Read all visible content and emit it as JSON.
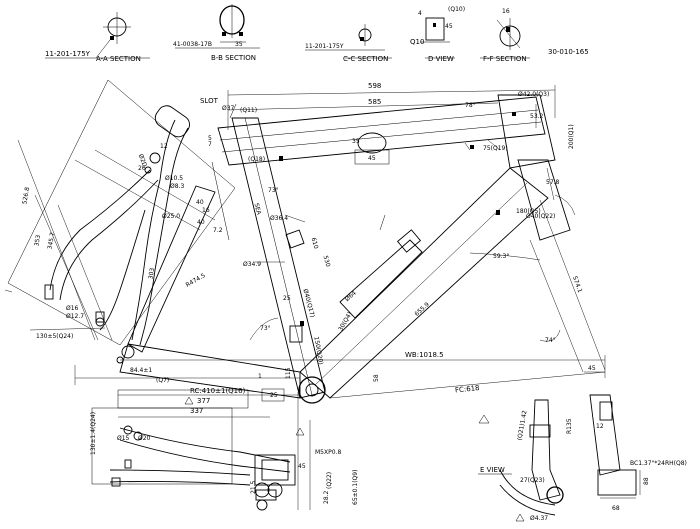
{
  "sections": {
    "aa": {
      "label": "A-A SECTION",
      "ref": "11-201-175Y"
    },
    "bb": {
      "label": "B-B SECTION",
      "ref": "41-0038-17B",
      "dim": "35"
    },
    "cc": {
      "label": "C-C SECTION",
      "ref": "11-201-175Y"
    },
    "d_view": {
      "label": "D VIEW",
      "q": "Q10",
      "q10": "(Q10)",
      "n4": "4",
      "n45": "45"
    },
    "ff": {
      "label": "F-F SECTION",
      "n16": "16"
    },
    "part_no": "30-010-165"
  },
  "top_tube": {
    "overall": "598",
    "inner": "585",
    "slot": "SLOT",
    "d37": "Ø37",
    "q11": "(Q11)",
    "q18": "(Q18)",
    "a35": "35",
    "a45": "45",
    "a53": "53.2",
    "a78": "78°",
    "a42": "Ø42.0(Q3)",
    "a75": "75(Q19)",
    "a200": "200(Q1)",
    "a57": "57.8",
    "a180": "180(Q5)",
    "a40": "Ø40(Q22)",
    "a73": "73°",
    "a5": "5",
    "a7": "7"
  },
  "down_tube": {
    "a593": "59.3°",
    "a574": "574.1",
    "a655": "655.9",
    "a74": "74°",
    "a45b": "45"
  },
  "seat_tube": {
    "a364": "Ø36.4",
    "a349": "Ø34.9",
    "a610": "610",
    "a530": "530",
    "a64": "Ø64",
    "a73": "73°",
    "a40": "40",
    "a16": "16",
    "a30": "30(Q4)",
    "a150": "150(Q20)",
    "sea": "SEA",
    "a40q17": "Ø40(Q17)",
    "a25": "25"
  },
  "rear": {
    "a5268": "526.8",
    "a353": "353",
    "a3457": "345.7",
    "a2d": "Ø2D",
    "a105": "Ø10.5",
    "a83": "Ø8.3",
    "a250": "Ø25.0",
    "a40": "40",
    "a72": "7.2",
    "a4745": "R474.5",
    "a303": "303",
    "a12": "12",
    "a16": "Ø16",
    "a127": "Ø12.7",
    "a130": "130±5(Q24)",
    "a26": "26"
  },
  "geometry": {
    "wb": "WB:1018.5",
    "fc": "FC:618",
    "rc": "RC:410±1(Q16)",
    "a377": "377",
    "a337": "337",
    "a844": "84.4±1",
    "q7": "(Q7)",
    "m5": "M5XP0.8",
    "a45": "45",
    "a282": "28.2",
    "a215": "21.5",
    "a65": "65±0.1(Q9)",
    "q22": "(Q22)",
    "a115": "115",
    "a58": "58",
    "a25": "25",
    "a1": "1"
  },
  "bottom_left": {
    "a130": "130±1.4(Q24)",
    "a15": "Ø15",
    "a20": "Ø20"
  },
  "e_view": {
    "label": "E VIEW",
    "a135": "R135",
    "a42": "(Q21)1.42",
    "a27": "27(Q23)",
    "a437": "Ø4.37",
    "bc": "BC1.37\"*24RH(Q8)",
    "a68": "68",
    "a88": "88",
    "a12": "12"
  }
}
